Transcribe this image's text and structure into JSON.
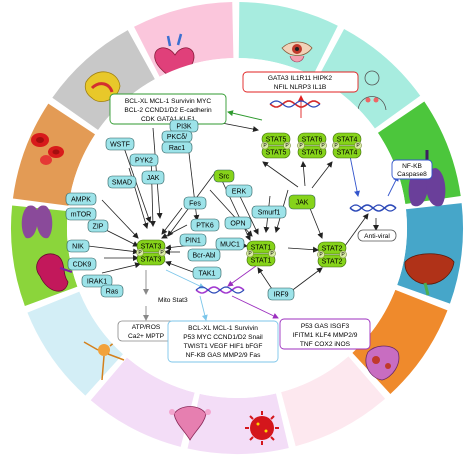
{
  "colors": {
    "cyan": "#9de3e9",
    "lime": "#86d31a",
    "phos": "#d8eba4",
    "red": "#e02020",
    "green": "#2f9a2f",
    "blue": "#3355cc",
    "purple": "#9c2fbf",
    "ltblue": "#7cc6ea",
    "gray": "#888888",
    "dna_red": "#d32a2a",
    "dna_blue": "#2c49b8",
    "dna_purple": "#a23ad0"
  },
  "ring_segments": [
    {
      "id": "heart",
      "color": "#fbc6dc"
    },
    {
      "id": "eye",
      "color": "#a7ecdf"
    },
    {
      "id": "body",
      "color": "#a7ecdf"
    },
    {
      "id": "lung-right",
      "color": "#4cc63c"
    },
    {
      "id": "liver",
      "color": "#46a6c9"
    },
    {
      "id": "joint",
      "color": "#ef8a2c"
    },
    {
      "id": "virus",
      "color": "#fde8ef"
    },
    {
      "id": "uterus",
      "color": "#f3ddf7"
    },
    {
      "id": "neuron",
      "color": "#f3ddf7"
    },
    {
      "id": "kidney",
      "color": "#d3eef6"
    },
    {
      "id": "lung-left",
      "color": "#8bd53b"
    },
    {
      "id": "blood",
      "color": "#e39b55"
    },
    {
      "id": "gut",
      "color": "#c8c8c8"
    }
  ],
  "nodes": {
    "pi3k": "PI3K",
    "src": "Src",
    "pkc": "PKCδ/",
    "rac": "Rac1",
    "wstf": "WSTF",
    "pyk2": "PYK2",
    "jak_left": "JAK",
    "smad": "SMAD",
    "ampk": "AMPK",
    "mtor": "mTOR",
    "zip": "ZIP",
    "nik": "NIK",
    "cdk9": "CDK9",
    "irak1": "IRAK1",
    "ras": "Ras",
    "fes": "Fes",
    "erk": "ERK",
    "ptk6": "PTK6",
    "opn": "OPN",
    "pin1": "PIN1",
    "muc1": "MUC1",
    "bcrabl": "Bcr-Abl",
    "tak1": "TAK1",
    "smurf1": "Smurf1",
    "jak_center": "JAK",
    "irf9": "IRF9",
    "stat3a": "STAT3",
    "stat3b": "STAT3",
    "stat1a": "STAT1",
    "stat1b": "STAT1",
    "stat2a": "STAT2",
    "stat2b": "STAT2",
    "stat5a": "STAT5",
    "stat5b": "STAT5",
    "stat6a": "STAT6",
    "stat6b": "STAT6",
    "stat4a": "STAT4",
    "stat4b": "STAT4",
    "p": "P"
  },
  "gene_boxes": {
    "red_1": "GATA3  IL1R11  HIPK2",
    "red_2": "NFIL  NLRP3  IL1B",
    "green_1": "BCL-XL  MCL-1  Survivin  MYC",
    "green_2": "BCL-2  CCND1/D2  E-cadherin",
    "green_3": "CDK  GATA1  KLF1",
    "blue_1": "NF-KB",
    "blue_2": "Caspase8",
    "antiviral": "Anti-viral",
    "mito": "Mito Stat3",
    "atp_1": "ATP/ROS",
    "atp_2": "Ca2+  MPTP",
    "ltblue_1": "BCL-XL  MCL-1  Survivin",
    "ltblue_2": "P53  MYC  CCND1/D2  Snail",
    "ltblue_3": "TWIST1  VEGF  HIF1  bFGF",
    "ltblue_4": "NF-KB  GAS  MMP2/9  Fas",
    "purple_1": "P53  GAS  ISGF3",
    "purple_2": "IFITM1  KLF4  MMP2/9",
    "purple_3": "TNF  COX2  iNOS"
  }
}
